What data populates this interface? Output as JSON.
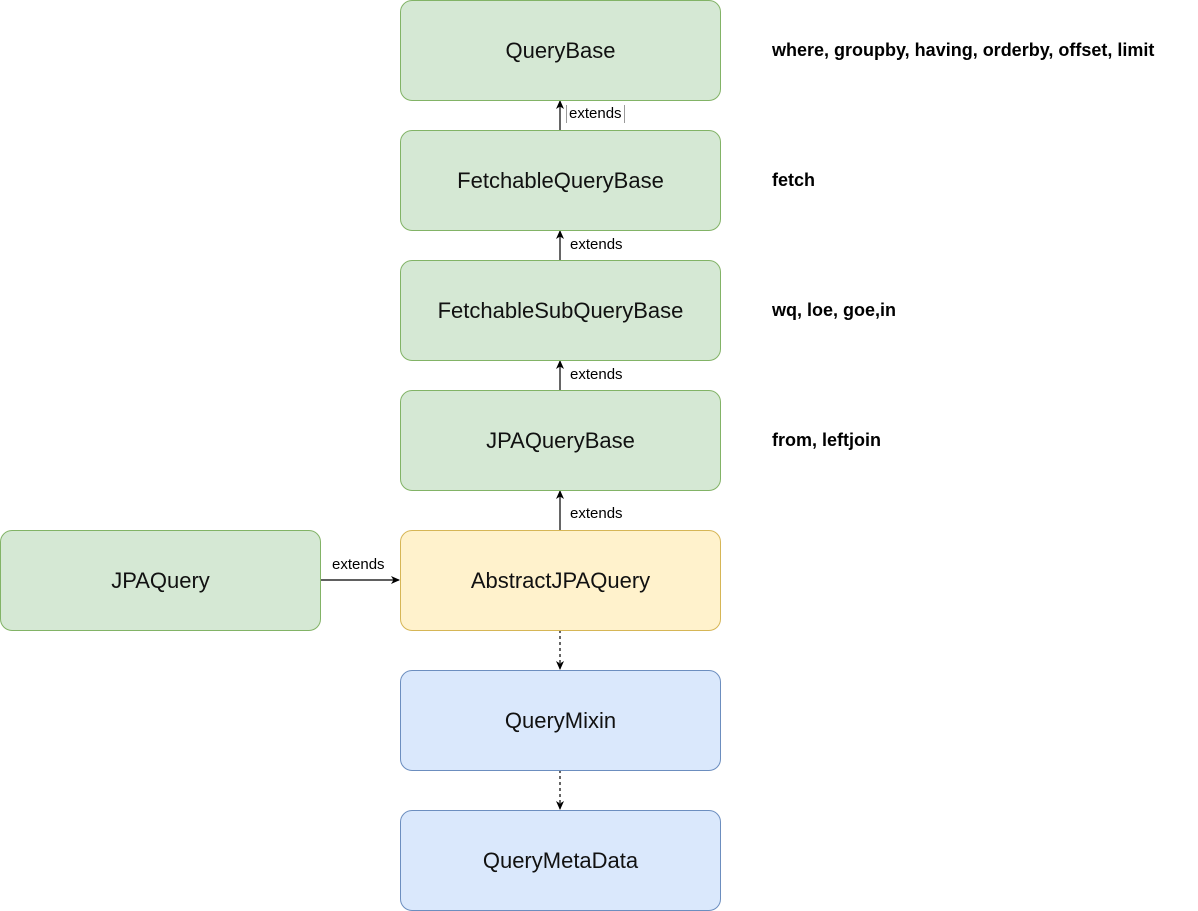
{
  "nodes": [
    {
      "id": "query-base",
      "label": "QueryBase",
      "color": "#d5e8d4"
    },
    {
      "id": "fetchable-query-base",
      "label": "FetchableQueryBase",
      "color": "#d5e8d4"
    },
    {
      "id": "fetchable-sub-query-base",
      "label": "FetchableSubQueryBase",
      "color": "#d5e8d4"
    },
    {
      "id": "jpa-query-base",
      "label": "JPAQueryBase",
      "color": "#d5e8d4"
    },
    {
      "id": "abstract-jpa-query",
      "label": "AbstractJPAQuery",
      "color": "#fff2cc"
    },
    {
      "id": "jpa-query",
      "label": "JPAQuery",
      "color": "#d5e8d4"
    },
    {
      "id": "query-mixin",
      "label": "QueryMixin",
      "color": "#dae8fc"
    },
    {
      "id": "query-meta-data",
      "label": "QueryMetaData",
      "color": "#dae8fc"
    }
  ],
  "methods": [
    {
      "for": "QueryBase",
      "text": "where, groupby, having, orderby, offset, limit"
    },
    {
      "for": "FetchableQueryBase",
      "text": "fetch"
    },
    {
      "for": "FetchableSubQueryBase",
      "text": "wq, loe, goe,in"
    },
    {
      "for": "JPAQueryBase",
      "text": "from, leftjoin"
    }
  ],
  "edges": [
    {
      "from": "FetchableQueryBase",
      "to": "QueryBase",
      "label": "extends",
      "style": "solid"
    },
    {
      "from": "FetchableSubQueryBase",
      "to": "FetchableQueryBase",
      "label": "extends",
      "style": "solid"
    },
    {
      "from": "JPAQueryBase",
      "to": "FetchableSubQueryBase",
      "label": "extends",
      "style": "solid"
    },
    {
      "from": "AbstractJPAQuery",
      "to": "JPAQueryBase",
      "label": "extends",
      "style": "solid"
    },
    {
      "from": "JPAQuery",
      "to": "AbstractJPAQuery",
      "label": "extends",
      "style": "solid"
    },
    {
      "from": "AbstractJPAQuery",
      "to": "QueryMixin",
      "label": "",
      "style": "dashed"
    },
    {
      "from": "QueryMixin",
      "to": "QueryMetaData",
      "label": "",
      "style": "dashed"
    }
  ]
}
